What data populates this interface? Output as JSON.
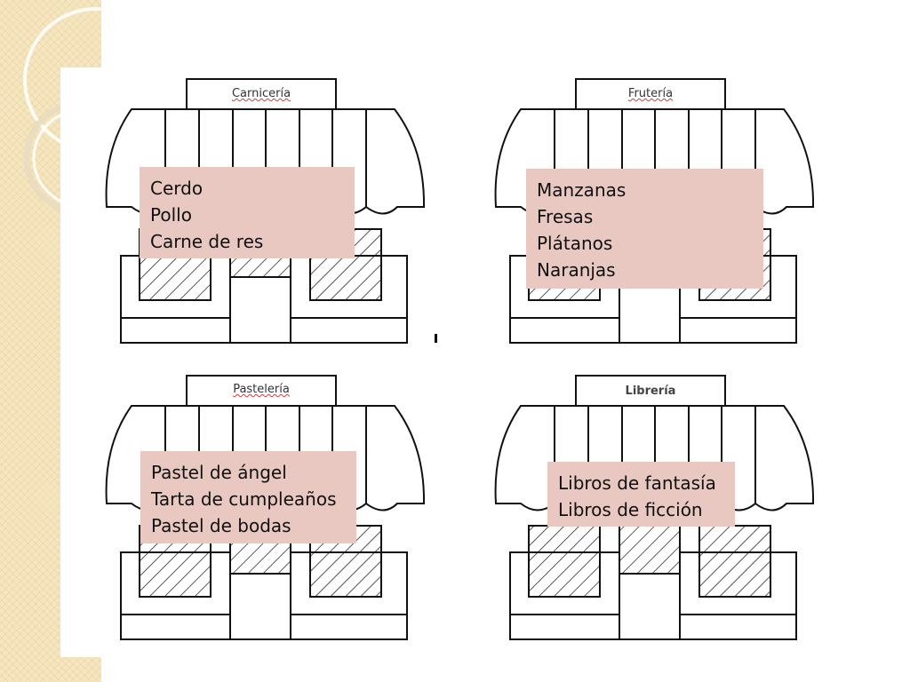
{
  "colors": {
    "panel": "#f6e6bf",
    "label_bg": "#e8c8c0",
    "line": "#111111"
  },
  "shops": [
    {
      "sign": "Carnicería",
      "items": [
        "Cerdo",
        "Pollo",
        "Carne de res"
      ]
    },
    {
      "sign": "Frutería",
      "items": [
        "Manzanas",
        "Fresas",
        "Plátanos",
        "Naranjas"
      ]
    },
    {
      "sign": "Pastelería",
      "items": [
        "Pastel de ángel",
        "Tarta de cumpleaños",
        "Pastel de bodas"
      ]
    },
    {
      "sign": "Librería",
      "items": [
        "Libros de fantasía",
        "Libros de ficción"
      ]
    }
  ]
}
